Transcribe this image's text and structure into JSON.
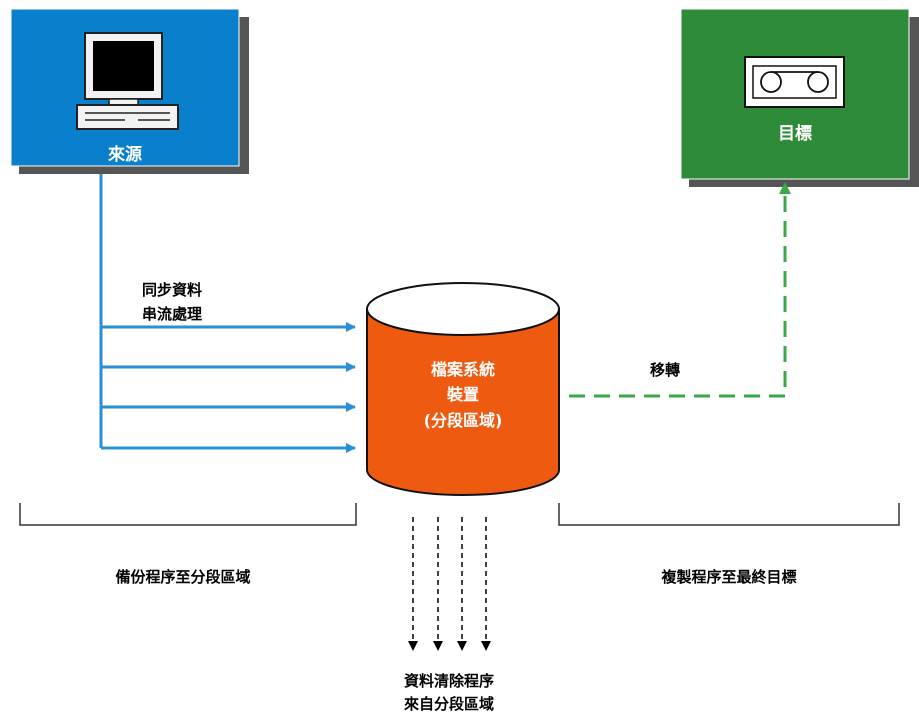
{
  "source": {
    "label": "來源",
    "icon": "desktop-computer-icon",
    "color": "#0a7fcc"
  },
  "target": {
    "label": "目標",
    "icon": "tape-cartridge-icon",
    "color": "#2e8b3a"
  },
  "device": {
    "line1": "檔案系統",
    "line2": "裝置",
    "line3": "(分段區域)",
    "color": "#ee5a10"
  },
  "stream_label": {
    "line1": "同步資料",
    "line2": "串流處理"
  },
  "migrate_label": "移轉",
  "backup_label": "備份程序至分段區域",
  "copy_label": "複製程序至最終目標",
  "purge_label": {
    "line1": "資料清除程序",
    "line2": "來自分段區域"
  },
  "colors": {
    "blue_arrow": "#2a8fd6",
    "green_arrow": "#3aa84a",
    "shadow": "#555555"
  }
}
